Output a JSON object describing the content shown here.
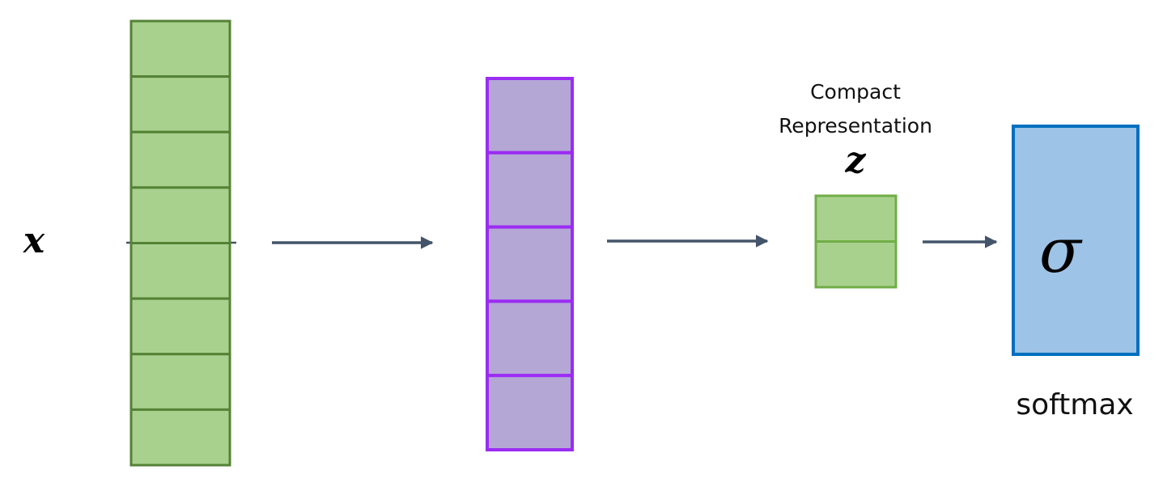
{
  "input": {
    "symbol": "x",
    "cell_count": 8,
    "fill": "#a9d18e",
    "stroke": "#548235"
  },
  "hidden": {
    "cell_count": 5,
    "fill": "#b4a7d6",
    "stroke": "#9b2cf3"
  },
  "compact": {
    "label_line1": "Compact",
    "label_line2": "Representation",
    "symbol": "z",
    "cell_count": 2,
    "fill": "#a9d18e",
    "stroke": "#70ad47"
  },
  "softmax": {
    "symbol": "σ",
    "caption": "softmax",
    "fill": "#9dc3e6",
    "stroke": "#0070c0"
  },
  "arrow_color": "#44546a"
}
